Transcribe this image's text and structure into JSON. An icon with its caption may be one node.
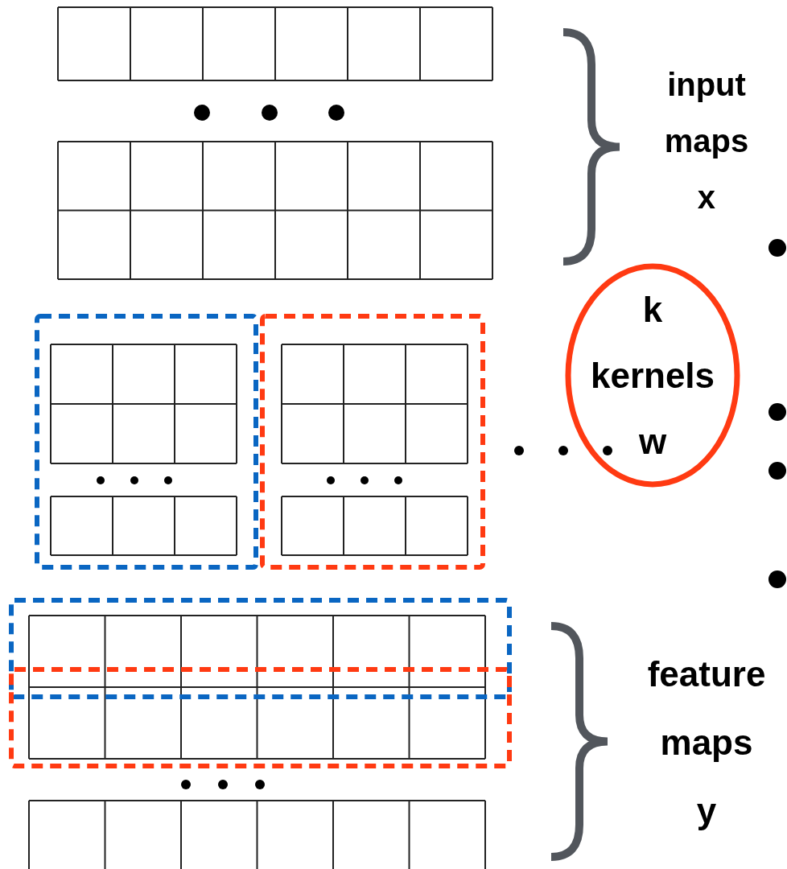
{
  "diagram": {
    "nodes": [
      {
        "text": [
          "input maps x"
        ]
      },
      {
        "text": [
          "k kernels w"
        ]
      },
      {
        "text": [
          "feature maps y"
        ]
      }
    ]
  }
}
